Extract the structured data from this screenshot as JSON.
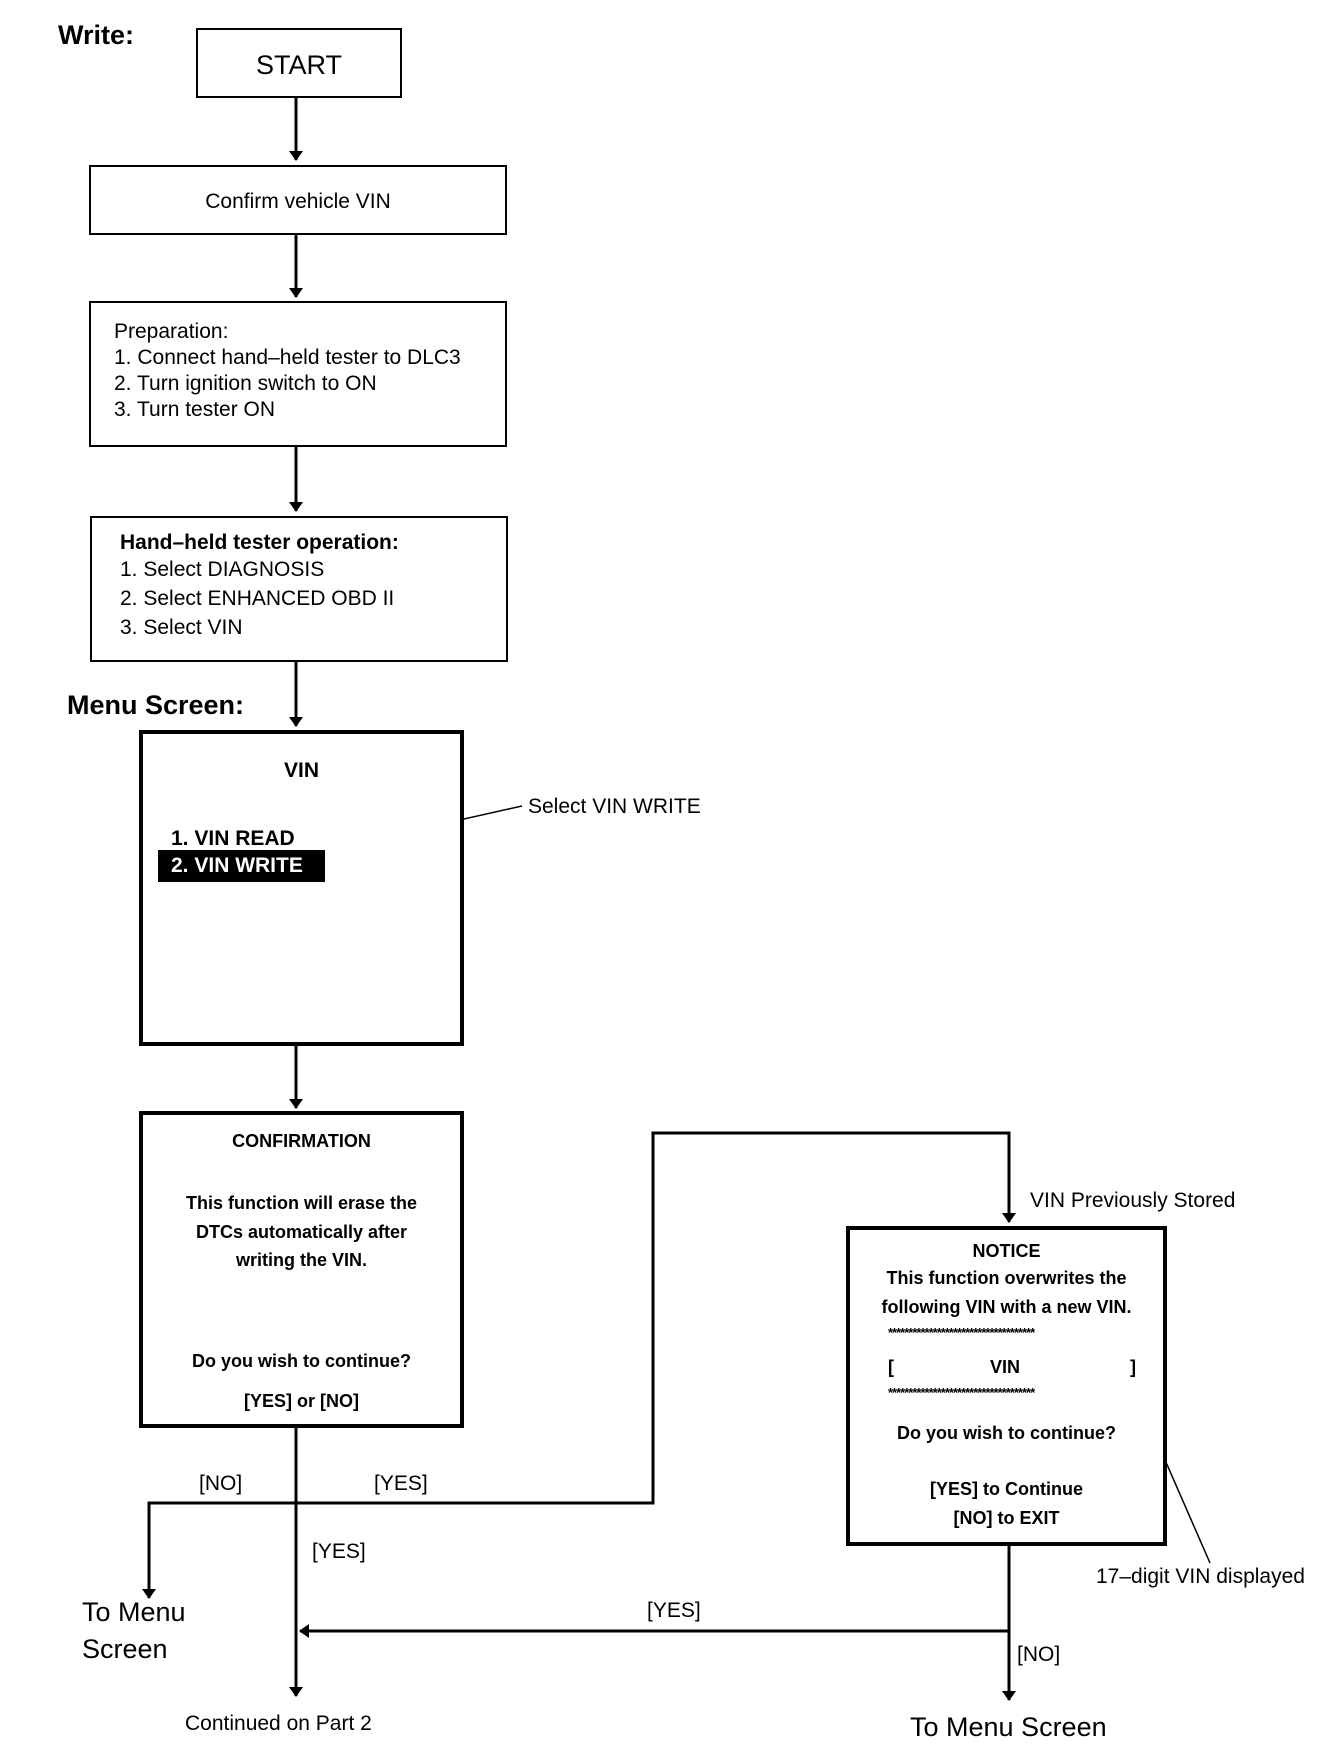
{
  "section_write": "Write:",
  "section_menu": "Menu Screen:",
  "nodes": {
    "start": "START",
    "confirm_vin": "Confirm vehicle VIN",
    "preparation": {
      "title": "Preparation:",
      "steps": [
        "1. Connect hand–held tester to DLC3",
        "2. Turn ignition switch to ON",
        "3. Turn tester ON"
      ]
    },
    "tester_operation": {
      "title": "Hand–held tester operation:",
      "steps": [
        "1. Select DIAGNOSIS",
        "2. Select ENHANCED OBD II",
        "3. Select VIN"
      ]
    },
    "vin_menu": {
      "title": "VIN",
      "items": [
        "1. VIN READ",
        "2. VIN WRITE"
      ]
    },
    "confirmation": {
      "title": "CONFIRMATION",
      "message": [
        "This function will erase the",
        "DTCs automatically after",
        "writing the VIN."
      ],
      "question": "Do you wish to continue?",
      "options": "[YES] or [NO]"
    },
    "notice": {
      "title": "NOTICE",
      "message": [
        "This function overwrites the",
        "following VIN with a new VIN."
      ],
      "stars": "************************************",
      "vin_open": "[",
      "vin": "VIN",
      "vin_close": "]",
      "question": "Do you wish to continue?",
      "yes": "[YES] to Continue",
      "no": "[NO] to EXIT"
    }
  },
  "annotations": {
    "select_vin_write": "Select VIN WRITE",
    "vin_previously_stored": "VIN Previously Stored",
    "vin_displayed": "17–digit VIN displayed"
  },
  "edge_labels": {
    "no_left": "[NO]",
    "yes_right": "[YES]",
    "yes_down": "[YES]",
    "yes_return": "[YES]",
    "no_down": "[NO]"
  },
  "terminals": {
    "to_menu_left": [
      "To Menu",
      "Screen"
    ],
    "continued": "Continued on Part 2",
    "to_menu_right": "To Menu Screen"
  }
}
